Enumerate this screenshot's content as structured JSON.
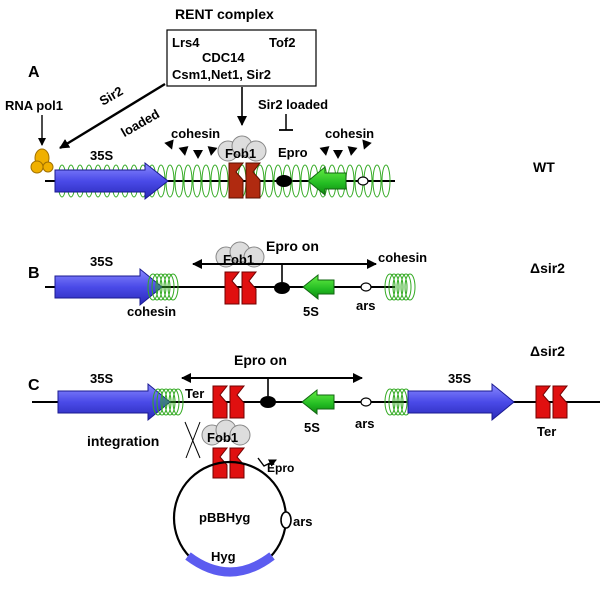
{
  "panelA": {
    "letter": "A",
    "rent_title": "RENT complex",
    "rent_line1_left": "Lrs4",
    "rent_line1_right": "Tof2",
    "rent_line2": "CDC14",
    "rent_line3": "Csm1,Net1, Sir2",
    "rna_pol": "RNA pol1",
    "sir2": "Sir2",
    "loaded": "loaded",
    "sir2_loaded": "Sir2 loaded",
    "cohesin_left": "cohesin",
    "cohesin_right": "cohesin",
    "epro": "Epro",
    "fob1": "Fob1",
    "gene35s": "35S",
    "genotype": "WT"
  },
  "panelB": {
    "letter": "B",
    "gene35s": "35S",
    "fob1": "Fob1",
    "epro_on": "Epro on",
    "cohesin_top": "cohesin",
    "cohesin_bottom": "cohesin",
    "s5": "5S",
    "ars": "ars",
    "genotype": "Δsir2"
  },
  "panelC": {
    "letter": "C",
    "gene35s_left": "35S",
    "gene35s_right": "35S",
    "epro_on": "Epro on",
    "ter_left": "Ter",
    "ter_right": "Ter",
    "s5": "5S",
    "ars": "ars",
    "integration": "integration",
    "fob1": "Fob1",
    "epro": "Epro",
    "plasmid": "pBBHyg",
    "plasmid_ars": "ars",
    "hyg": "Hyg",
    "genotype": "Δsir2"
  },
  "colors": {
    "gene_blue": "#5c5cf0",
    "fob_red": "#e01010",
    "fob_dark_red": "#b02a10",
    "cohesin_green": "#33aa22",
    "gene5s_green": "#22cc22",
    "pol_yellow": "#f0b000",
    "fob_grey": "#dddddd"
  }
}
